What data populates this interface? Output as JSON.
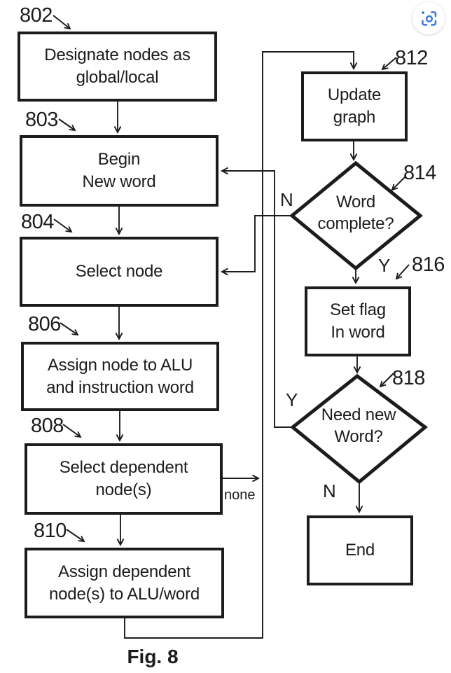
{
  "figure": {
    "caption": "Fig. 8"
  },
  "toolbar": {
    "lens_button_icon": "google-lens-search"
  },
  "nodes": {
    "n802": {
      "ref": "802",
      "type": "process",
      "label": "Designate nodes as\nglobal/local"
    },
    "n803": {
      "ref": "803",
      "type": "process",
      "label": "Begin\nNew word"
    },
    "n804": {
      "ref": "804",
      "type": "process",
      "label": "Select node"
    },
    "n806": {
      "ref": "806",
      "type": "process",
      "label": "Assign node to ALU\nand instruction word"
    },
    "n808": {
      "ref": "808",
      "type": "process",
      "label": "Select dependent\nnode(s)"
    },
    "n810": {
      "ref": "810",
      "type": "process",
      "label": "Assign dependent\nnode(s) to ALU/word"
    },
    "n812": {
      "ref": "812",
      "type": "process",
      "label": "Update\ngraph"
    },
    "n814": {
      "ref": "814",
      "type": "decision",
      "label": "Word\ncomplete?"
    },
    "n816": {
      "ref": "816",
      "type": "process",
      "label": "Set flag\nIn word"
    },
    "n818": {
      "ref": "818",
      "type": "decision",
      "label": "Need new\nWord?"
    },
    "end": {
      "type": "process",
      "label": "End"
    }
  },
  "edge_labels": {
    "word_complete_no": "N",
    "word_complete_yes": "Y",
    "need_new_word_yes": "Y",
    "need_new_word_no": "N",
    "no_dependent": "none"
  },
  "edges": [
    {
      "from": "802",
      "to": "803"
    },
    {
      "from": "803",
      "to": "804"
    },
    {
      "from": "804",
      "to": "806"
    },
    {
      "from": "806",
      "to": "808"
    },
    {
      "from": "808",
      "to": "810"
    },
    {
      "from": "810",
      "to": "812"
    },
    {
      "from": "808",
      "to": "812",
      "label": "none"
    },
    {
      "from": "812",
      "to": "814"
    },
    {
      "from": "814",
      "to": "816",
      "label": "Y"
    },
    {
      "from": "814",
      "to": "804",
      "label": "N"
    },
    {
      "from": "816",
      "to": "818"
    },
    {
      "from": "818",
      "to": "803",
      "label": "Y"
    },
    {
      "from": "818",
      "to": "End",
      "label": "N"
    }
  ],
  "colors": {
    "ink": "#1c1c1c",
    "lens_blue": "#3e79e1",
    "background": "#ffffff"
  }
}
